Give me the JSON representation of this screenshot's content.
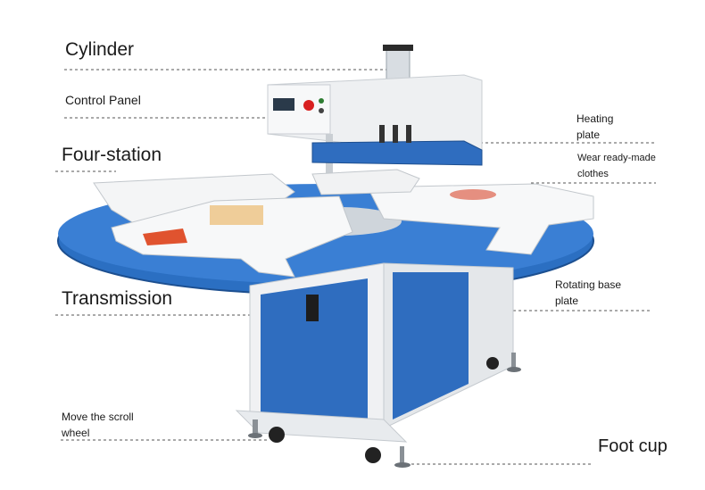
{
  "colors": {
    "table_blue": "#2b6fc2",
    "cabinet_blue": "#2f6dbf",
    "frame_white": "#eef0f2",
    "leader_line": "#555555"
  },
  "labels": {
    "cylinder": "Cylinder",
    "control_panel": "Control Panel",
    "four_station": "Four-station",
    "transmission": "Transmission",
    "move_scroll_wheel": "Move the scroll wheel",
    "heating_plate": "Heating plate",
    "wear_clothes": "Wear ready-made clothes",
    "rotating_base_plate": "Rotating base plate",
    "foot_cup": "Foot cup"
  },
  "icons": [
    "emergency-stop-icon",
    "temperature-display-icon",
    "caster-wheel-icon"
  ]
}
